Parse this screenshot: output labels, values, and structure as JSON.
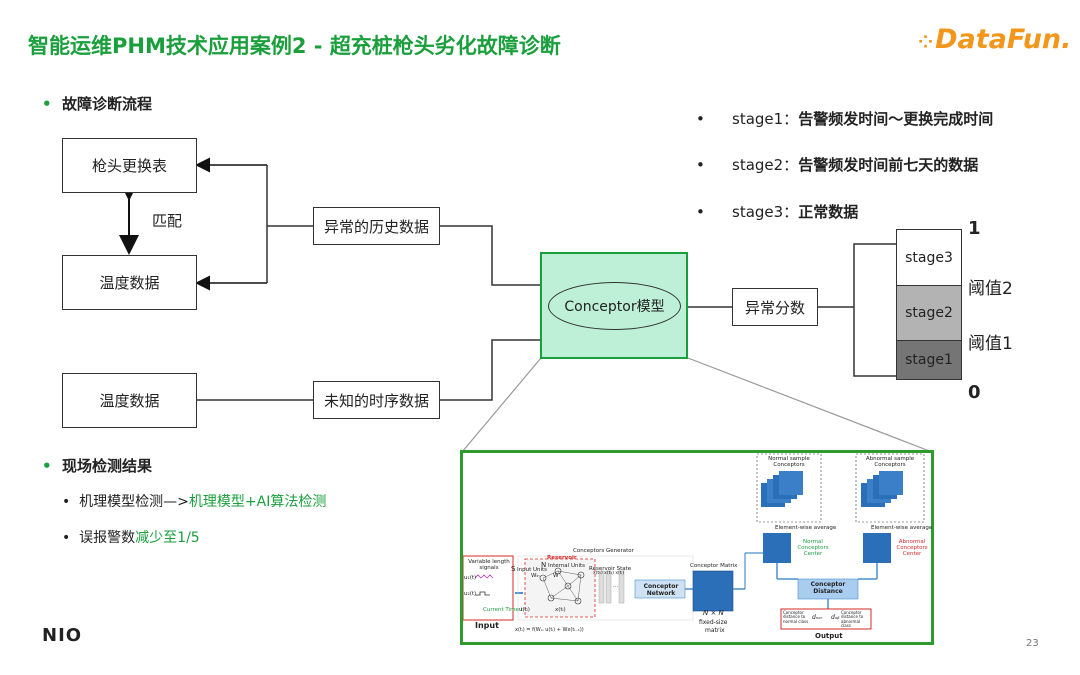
{
  "title": "智能运维PHM技术应用案例2 - 超充桩枪头劣化故障诊断",
  "logo": {
    "text": "DataFun.",
    "brand_color": "#f2961c"
  },
  "section1": {
    "bullet": "•",
    "heading": "故障诊断流程"
  },
  "flow": {
    "box_replace_table": "枪头更换表",
    "box_temp_data": "温度数据",
    "match_label": "匹配",
    "box_abnormal_history": "异常的历史数据",
    "box_unknown_temp": "温度数据",
    "box_unknown_series": "未知的时序数据",
    "model": "Conceptor模型",
    "anomaly_score": "异常分数"
  },
  "stages_text": [
    {
      "bullet": "•",
      "label": "stage1：",
      "desc": "告警频发时间～更换完成时间"
    },
    {
      "bullet": "•",
      "label": "stage2：",
      "desc": "告警频发时间前七天的数据"
    },
    {
      "bullet": "•",
      "label": "stage3：",
      "desc": "正常数据"
    }
  ],
  "stage_bar": {
    "top_value": "1",
    "bottom_value": "0",
    "threshold2": "阈值2",
    "threshold1": "阈值1",
    "segments": [
      {
        "name": "stage3",
        "color": "#ffffff"
      },
      {
        "name": "stage2",
        "color": "#b3b3b3"
      },
      {
        "name": "stage1",
        "color": "#757575"
      }
    ]
  },
  "section2": {
    "bullet": "•",
    "heading": "现场检测结果",
    "items": [
      {
        "bullet": "•",
        "prefix": "机理模型检测—>",
        "highlight": "机理模型+AI算法检测"
      },
      {
        "bullet": "•",
        "prefix": "误报警数",
        "highlight": "减少至1/5"
      }
    ]
  },
  "inset": {
    "input_title": "Variable length signals",
    "input_label": "Input",
    "generator_title": "Conceptors Generator",
    "reservoir_label": "Reservoir",
    "input_units": "Input Units",
    "internal_units": "Internal Units",
    "reservoir_state": "Reservoir State",
    "conceptor_network": "Conceptor Network",
    "conceptor_matrix": "Conceptor Matrix",
    "nxn": "N × N",
    "fixed_size": "fixed-size",
    "matrix": "matrix",
    "equation": "x(tᵢ) = f(Wᵢₙ u(tᵢ) + Wx(tᵢ₋₁))",
    "normal_sample": "Normal sample Conceptors",
    "abnormal_sample": "Abnormal sample Conceptors",
    "elementwise": "Element-wise average",
    "normal_center": "Normal Conceptors Center",
    "abnormal_center": "Abnormal Conceptors Center",
    "conceptor_distance": "Conceptor Distance",
    "dist_normal": "Conceptor distance to normal class",
    "dist_abnormal": "Conceptor distance to abnormal class",
    "output_label": "Output",
    "u1": "u₁(t)",
    "u2": "u₂(t)",
    "ut": "u(tᵢ)",
    "xt": "x(tᵢ)",
    "s_sym": "S",
    "n_sym": "N",
    "w_in": "Wᵢₙ",
    "w": "W",
    "d_nor": "dₙₒᵣ",
    "d_ab": "dₐᵦ",
    "current_time": "Current Time tᵢ",
    "states": "x(t₁) x(t₂) x(tᵢ)",
    "dots": "···"
  },
  "footer": {
    "brand": "NIO",
    "page": "23"
  }
}
